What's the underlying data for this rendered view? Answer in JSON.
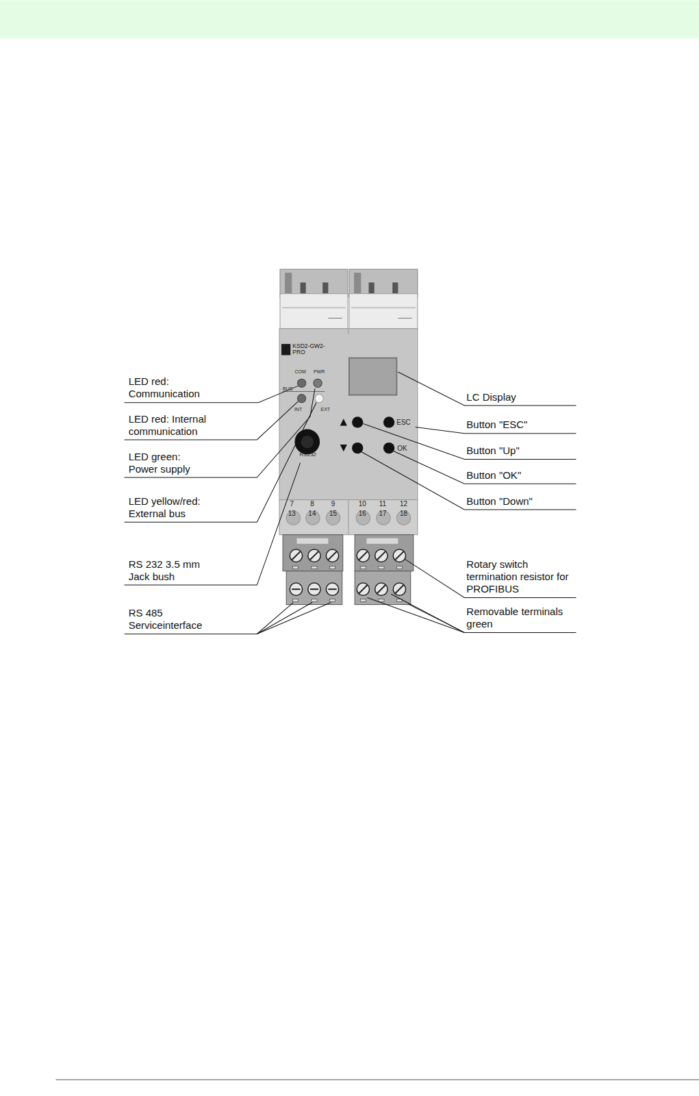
{
  "diagram": {
    "labels": [
      "LED red: Communication",
      "LED red: Internal communication",
      "LED green: Power supply",
      "LED yellow/red: External bus",
      "RS 232 3.5 mm Jack bush",
      "RS 485 Serviceinterface",
      "LC Display",
      "Button \"ESC\"",
      "Button \"Up\"",
      "Button \"OK\"",
      "Button \"Down\"",
      "Rotary switch termination resistor for PROFIBUS",
      "Removable terminals green",
      "KSD2-GW2-PRO",
      "COM",
      "PWR",
      "BUS",
      "INT",
      "EXT",
      "RS232",
      "ESC",
      "OK",
      "7",
      "8",
      "9",
      "10",
      "11",
      "12",
      "13",
      "14",
      "15",
      "16",
      "17",
      "18"
    ]
  }
}
